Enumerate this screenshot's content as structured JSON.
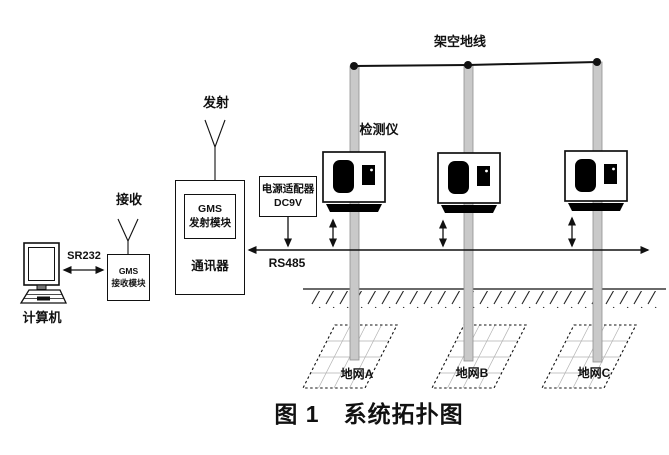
{
  "figure": {
    "caption": "图 1　系统拓扑图"
  },
  "left_chain": {
    "computer_label": "计算机",
    "sr232_label": "SR232",
    "receive_antenna_label": "接收",
    "receiver_box": {
      "line1": "GMS",
      "line2": "接收模块"
    }
  },
  "communicator": {
    "transmit_antenna_label": "发射",
    "module_box": {
      "line1": "GMS",
      "line2": "发射模块"
    },
    "name_label": "通讯器"
  },
  "power_adapter": {
    "line1": "电源适配器",
    "line2": "DC9V"
  },
  "bus": {
    "rs485_label": "RS485"
  },
  "overhead": {
    "wire_label": "架空地线"
  },
  "detectors": {
    "label": "检测仪"
  },
  "ground_grids": {
    "a": "地网A",
    "b": "地网B",
    "c": "地网C"
  },
  "colors": {
    "background": "#ffffff",
    "line": "#111111",
    "pole_fill": "#c9c9c9",
    "pole_stroke": "#8f8f8f",
    "grid_mesh": "#b3b3b3",
    "detector_fill": "#000000"
  }
}
